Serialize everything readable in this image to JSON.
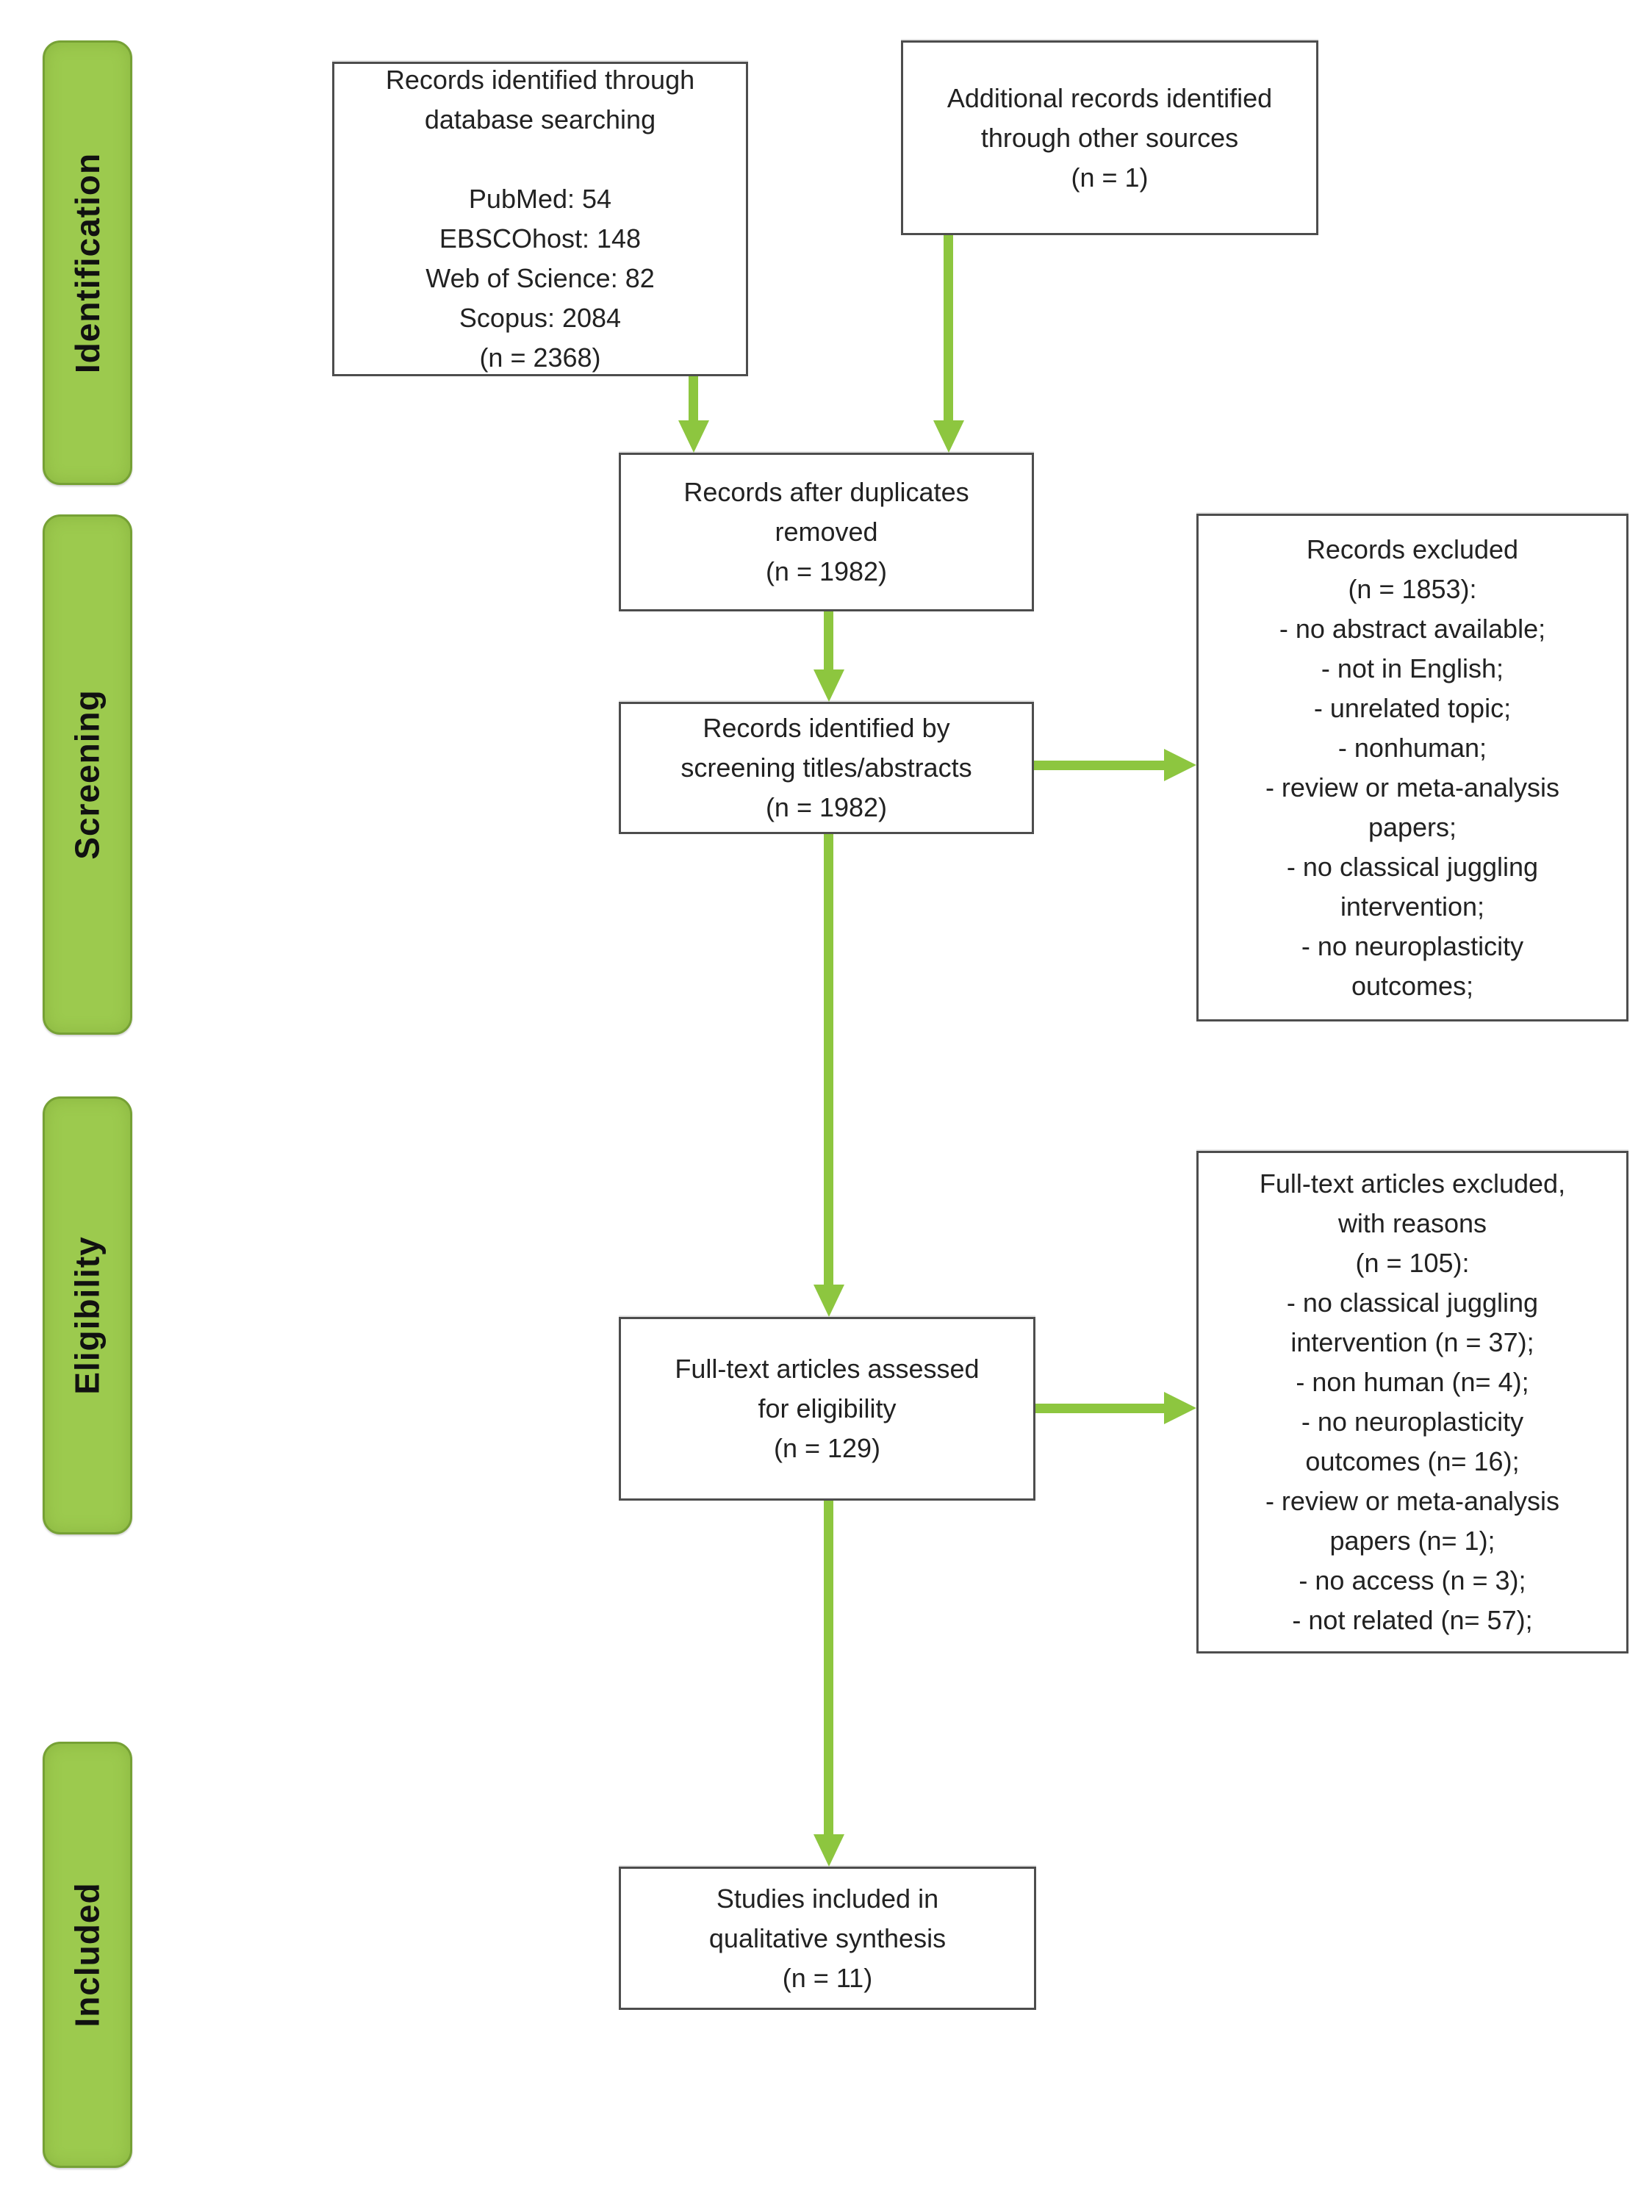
{
  "colors": {
    "green-fill": "#9cca4e",
    "green-edge": "#76a135",
    "arrow-green": "#8dc63f",
    "box-border": "#4d4d4d",
    "ink": "#222222"
  },
  "sidebar": {
    "identification": "Identification",
    "screening": "Screening",
    "eligibility": "Eligibility",
    "included": "Included"
  },
  "flow": {
    "box_database": "Records identified through\ndatabase searching\n\nPubMed: 54\nEBSCOhost: 148\nWeb of Science: 82\nScopus: 2084\n(n = 2368)",
    "box_additional": "Additional records identified\nthrough other sources\n(n = 1)",
    "box_duplicates": "Records after duplicates\nremoved\n(n = 1982)",
    "box_screening": "Records identified by\nscreening titles/abstracts\n(n = 1982)",
    "box_records_excluded": "Records excluded\n(n = 1853):\n- no abstract available;\n- not in English;\n- unrelated topic;\n- nonhuman;\n- review or meta-analysis\npapers;\n- no classical juggling\nintervention;\n- no neuroplasticity\noutcomes;",
    "box_fulltext": "Full-text articles assessed\nfor eligibility\n(n = 129)",
    "box_fulltext_excluded": "Full-text articles excluded,\nwith reasons\n(n = 105):\n- no classical juggling\nintervention (n = 37);\n- non human (n= 4);\n- no neuroplasticity\noutcomes (n= 16);\n- review or meta-analysis\npapers (n= 1);\n- no access (n = 3);\n- not related (n= 57);",
    "box_included": "Studies included in\nqualitative synthesis\n(n = 11)"
  }
}
